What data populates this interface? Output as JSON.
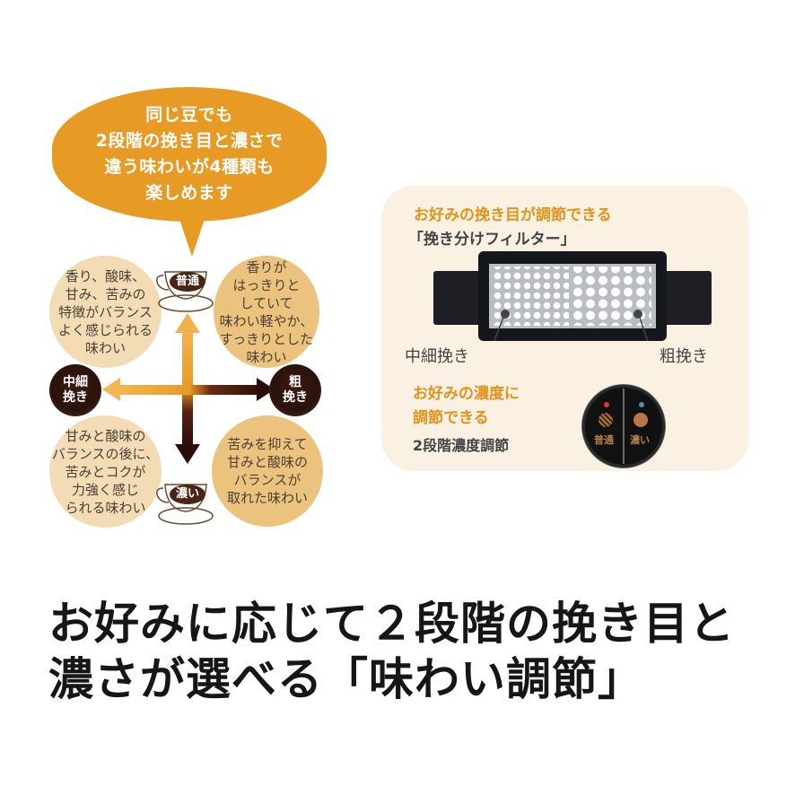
{
  "bubble": {
    "lines": [
      "同じ豆でも",
      "2段階の挽き目と濃さで",
      "違う味わいが4種類も",
      "楽しめます"
    ],
    "color": "#e79a24"
  },
  "flavors": {
    "top_left": [
      "香り、酸味、",
      "甘み、苦みの",
      "特徴がバランス",
      "よく感じられる",
      "味わい"
    ],
    "top_right": [
      "香りが",
      "はっきりと",
      "していて",
      "味わい軽やか、",
      "すっきりとした",
      "味わい"
    ],
    "bottom_left": [
      "甘みと酸味の",
      "バランスの後に、",
      "苦みとコクが",
      "力強く感じ",
      "られる味わい"
    ],
    "bottom_right": [
      "苦みを抑えて",
      "甘みと酸味の",
      "バランスが",
      "取れた味わい"
    ]
  },
  "grind": {
    "fine": [
      "中細",
      "挽き"
    ],
    "coarse": [
      "粗",
      "挽き"
    ]
  },
  "strength": {
    "normal": "普通",
    "strong": "濃い"
  },
  "panel": {
    "grind_heading": "お好みの挽き目が調節できる",
    "filter_name": "「挽き分けフィルター」",
    "fine_label": "中細挽き",
    "coarse_label": "粗挽き",
    "strength_heading_1": "お好みの濃度に",
    "strength_heading_2": "調節できる",
    "strength_name": "2段階濃度調節",
    "knob_normal": "普通",
    "knob_strong": "濃い",
    "accent_color": "#e2931b",
    "background_color": "#fbf1e2"
  },
  "headline": {
    "line1": "お好みに応じて２段階の挽き目と",
    "line2": "濃さが選べる「味わい調節」"
  }
}
